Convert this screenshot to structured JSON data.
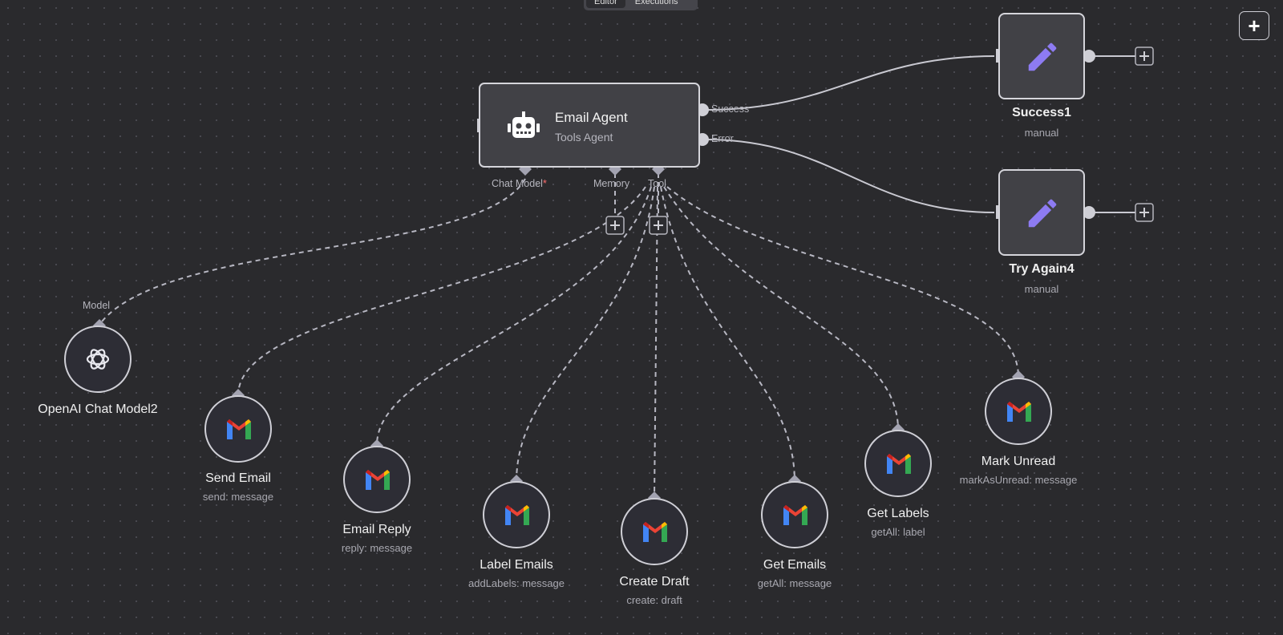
{
  "top_toggle": {
    "editor": "Editor",
    "executions": "Executions"
  },
  "toolbar": {
    "add_label": "+"
  },
  "agent": {
    "title": "Email Agent",
    "subtitle": "Tools Agent",
    "outputs": {
      "success": "Success",
      "error": "Error"
    },
    "inputs": {
      "chat_model": "Chat Model",
      "required_mark": "*",
      "memory": "Memory",
      "tool": "Tool"
    }
  },
  "nodes": {
    "success1": {
      "label": "Success1",
      "sub": "manual"
    },
    "try_again4": {
      "label": "Try Again4",
      "sub": "manual"
    },
    "openai": {
      "label": "OpenAI Chat Model2",
      "port": "Model"
    },
    "send_email": {
      "label": "Send Email",
      "sub": "send: message"
    },
    "email_reply": {
      "label": "Email Reply",
      "sub": "reply: message"
    },
    "label_emails": {
      "label": "Label Emails",
      "sub": "addLabels: message"
    },
    "create_draft": {
      "label": "Create Draft",
      "sub": "create: draft"
    },
    "get_emails": {
      "label": "Get Emails",
      "sub": "getAll: message"
    },
    "get_labels": {
      "label": "Get Labels",
      "sub": "getAll: label"
    },
    "mark_unread": {
      "label": "Mark Unread",
      "sub": "markAsUnread: message"
    }
  },
  "colors": {
    "canvas": "#2a2a2d",
    "node_fill": "#414146",
    "node_border": "#d5d5db",
    "edge": "#c9c9d1",
    "edit_icon": "#8d7bf2",
    "required": "#ff6d6d"
  },
  "icons": {
    "agent": "robot-icon",
    "edit": "pencil-icon",
    "model": "openai-icon",
    "gmail": "gmail-icon",
    "add": "plus-icon"
  }
}
